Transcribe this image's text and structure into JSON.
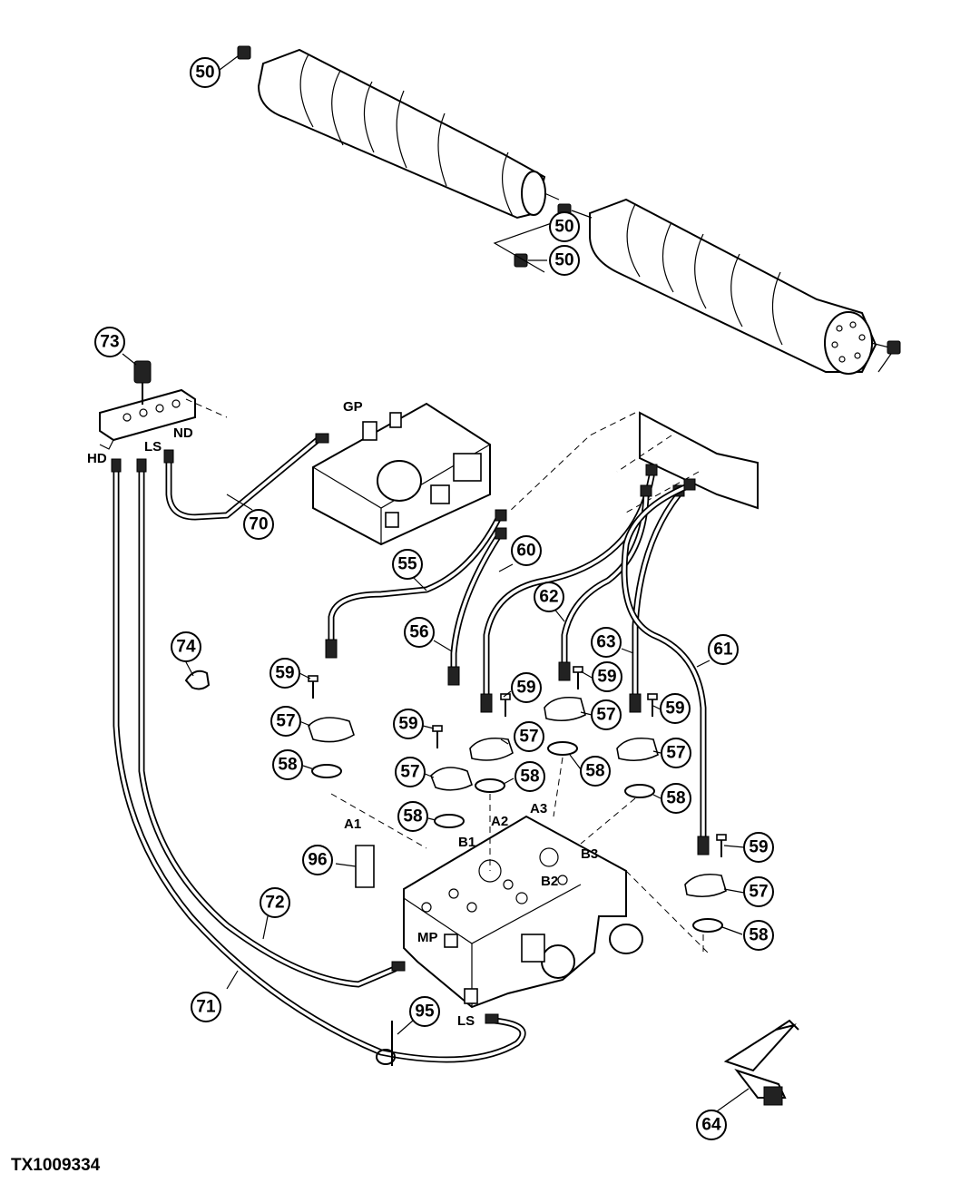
{
  "figure_code": "TX1009334",
  "callouts": [
    {
      "id": "c50a",
      "num": "50"
    },
    {
      "id": "c50b",
      "num": "50"
    },
    {
      "id": "c50c",
      "num": "50"
    },
    {
      "id": "c73",
      "num": "73"
    },
    {
      "id": "c70",
      "num": "70"
    },
    {
      "id": "c74",
      "num": "74"
    },
    {
      "id": "c55",
      "num": "55"
    },
    {
      "id": "c60",
      "num": "60"
    },
    {
      "id": "c62",
      "num": "62"
    },
    {
      "id": "c56",
      "num": "56"
    },
    {
      "id": "c63",
      "num": "63"
    },
    {
      "id": "c61",
      "num": "61"
    },
    {
      "id": "c59a",
      "num": "59"
    },
    {
      "id": "c59b",
      "num": "59"
    },
    {
      "id": "c59c",
      "num": "59"
    },
    {
      "id": "c59d",
      "num": "59"
    },
    {
      "id": "c59e",
      "num": "59"
    },
    {
      "id": "c59f",
      "num": "59"
    },
    {
      "id": "c57a",
      "num": "57"
    },
    {
      "id": "c57b",
      "num": "57"
    },
    {
      "id": "c57c",
      "num": "57"
    },
    {
      "id": "c57d",
      "num": "57"
    },
    {
      "id": "c57e",
      "num": "57"
    },
    {
      "id": "c57f",
      "num": "57"
    },
    {
      "id": "c58a",
      "num": "58"
    },
    {
      "id": "c58b",
      "num": "58"
    },
    {
      "id": "c58c",
      "num": "58"
    },
    {
      "id": "c58d",
      "num": "58"
    },
    {
      "id": "c58e",
      "num": "58"
    },
    {
      "id": "c58f",
      "num": "58"
    },
    {
      "id": "c96",
      "num": "96"
    },
    {
      "id": "c72",
      "num": "72"
    },
    {
      "id": "c71",
      "num": "71"
    },
    {
      "id": "c95",
      "num": "95"
    },
    {
      "id": "c64",
      "num": "64"
    }
  ],
  "labels": {
    "gp": "GP",
    "hd": "HD",
    "ls_top": "LS",
    "nd": "ND",
    "a1": "A1",
    "a2": "A2",
    "a3": "A3",
    "b1": "B1",
    "b2": "B2",
    "b3": "B3",
    "mp": "MP",
    "ls_bottom": "LS"
  }
}
